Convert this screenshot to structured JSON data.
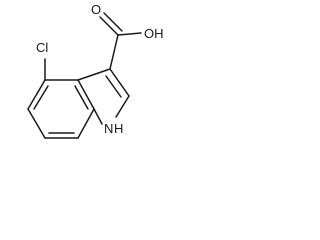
{
  "molecule": {
    "labels": {
      "chlorine": "Cl",
      "hydroxyl": "OH",
      "carbonyl_oxygen": "O",
      "nitrogen": "N",
      "nh_hydrogen": "H"
    }
  }
}
